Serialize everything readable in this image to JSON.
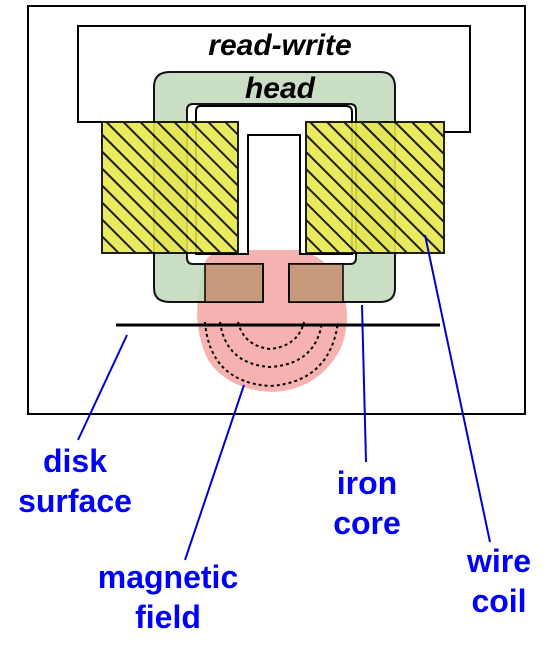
{
  "diagram": {
    "title_line1": "read-write",
    "title_line2": "head",
    "labels": {
      "disk_surface_line1": "disk",
      "disk_surface_line2": "surface",
      "magnetic_field_line1": "magnetic",
      "magnetic_field_line2": "field",
      "iron_core_line1": "iron",
      "iron_core_line2": "core",
      "wire_coil_line1": "wire",
      "wire_coil_line2": "coil"
    },
    "colors": {
      "label_blue": "#0000ff",
      "leader_blue": "#0000cc",
      "core_green": "#c5dcbf",
      "coil_yellow": "#e8e84a",
      "field_pink": "#f5a8a8",
      "pole_brown": "#c89a7c",
      "outline": "#000000"
    }
  }
}
